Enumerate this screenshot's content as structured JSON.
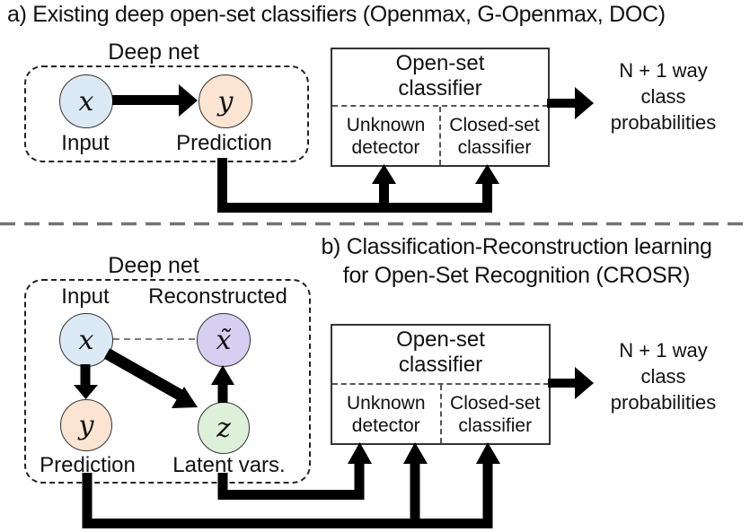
{
  "colors": {
    "input_node": "#dbe9f5",
    "prediction_node": "#fce4d2",
    "reconstructed_node": "#d7cff2",
    "latent_node": "#def0d9",
    "divider": "#737373",
    "arrow": "#000000"
  },
  "panel_a": {
    "title": "a) Existing deep open-set classifiers (Openmax, G-Openmax, DOC)",
    "deep_net_label": "Deep net",
    "node_x": {
      "symbol": "x",
      "label": "Input"
    },
    "node_y": {
      "symbol": "y",
      "label": "Prediction"
    },
    "classifier": {
      "title": "Open-set\nclassifier",
      "unknown": "Unknown\ndetector",
      "closed": "Closed-set\nclassifier"
    },
    "output": "N + 1 way\nclass\nprobabilities"
  },
  "panel_b": {
    "title": "b) Classification-Reconstruction learning\nfor Open-Set Recognition (CROSR)",
    "deep_net_label": "Deep net",
    "node_x": {
      "symbol": "x",
      "label": "Input"
    },
    "node_xtilde": {
      "symbol": "x̃",
      "label": "Reconstructed"
    },
    "node_y": {
      "symbol": "y",
      "label": "Prediction"
    },
    "node_z": {
      "symbol": "z",
      "label": "Latent vars."
    },
    "classifier": {
      "title": "Open-set\nclassifier",
      "unknown": "Unknown\ndetector",
      "closed": "Closed-set\nclassifier"
    },
    "output": "N + 1 way\nclass\nprobabilities"
  }
}
